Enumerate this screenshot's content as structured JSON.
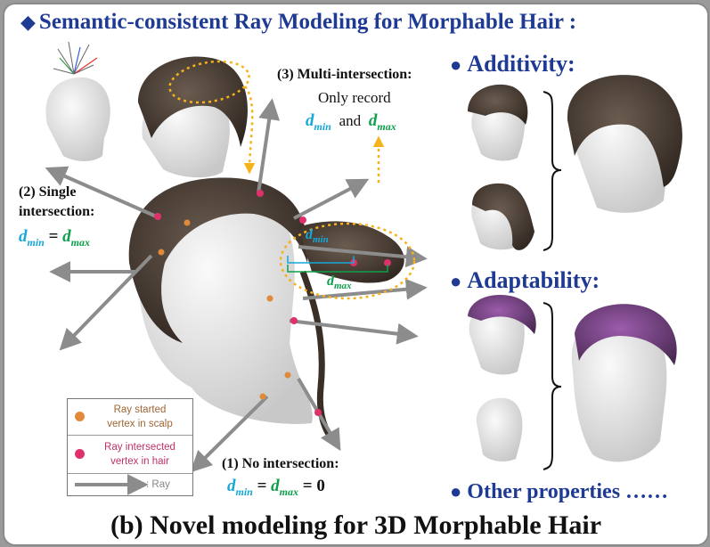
{
  "title": "Semantic-consistent Ray Modeling for Morphable Hair :",
  "caption": "(b) Novel modeling for 3D Morphable Hair",
  "properties": {
    "additivity": "Additivity:",
    "adaptability": "Adaptability:",
    "other": "Other properties ……"
  },
  "labels": {
    "multi_title": "(3) Multi-intersection:",
    "multi_sub": "Only record",
    "and": "and",
    "single_line1": "(2) Single",
    "single_line2": "intersection:",
    "no_inter": "(1) No intersection:",
    "eq_single_rhs": "= ",
    "eq_no_rhs": "= 0"
  },
  "symbols": {
    "d_min": "d",
    "min_sub": "min",
    "max_sub": "max"
  },
  "legend": {
    "started_line1": "Ray started",
    "started_line2": "vertex in scalp",
    "intersected_line1": "Ray intersected",
    "intersected_line2": "vertex in hair",
    "ray": ": Ray"
  },
  "colors": {
    "title_blue": "#1f3a93",
    "dmin_cyan": "#15a8d8",
    "dmax_green": "#0ea04a",
    "scalp_dot": "#e08a3a",
    "hair_dot": "#e0306a",
    "dotted_arrow": "#f5b21b",
    "ray_gray": "#8c8c8c",
    "hair_brown": "#4a3d33",
    "head_white": "#e6e6e6",
    "purple_hair": "#7a3d8a"
  }
}
